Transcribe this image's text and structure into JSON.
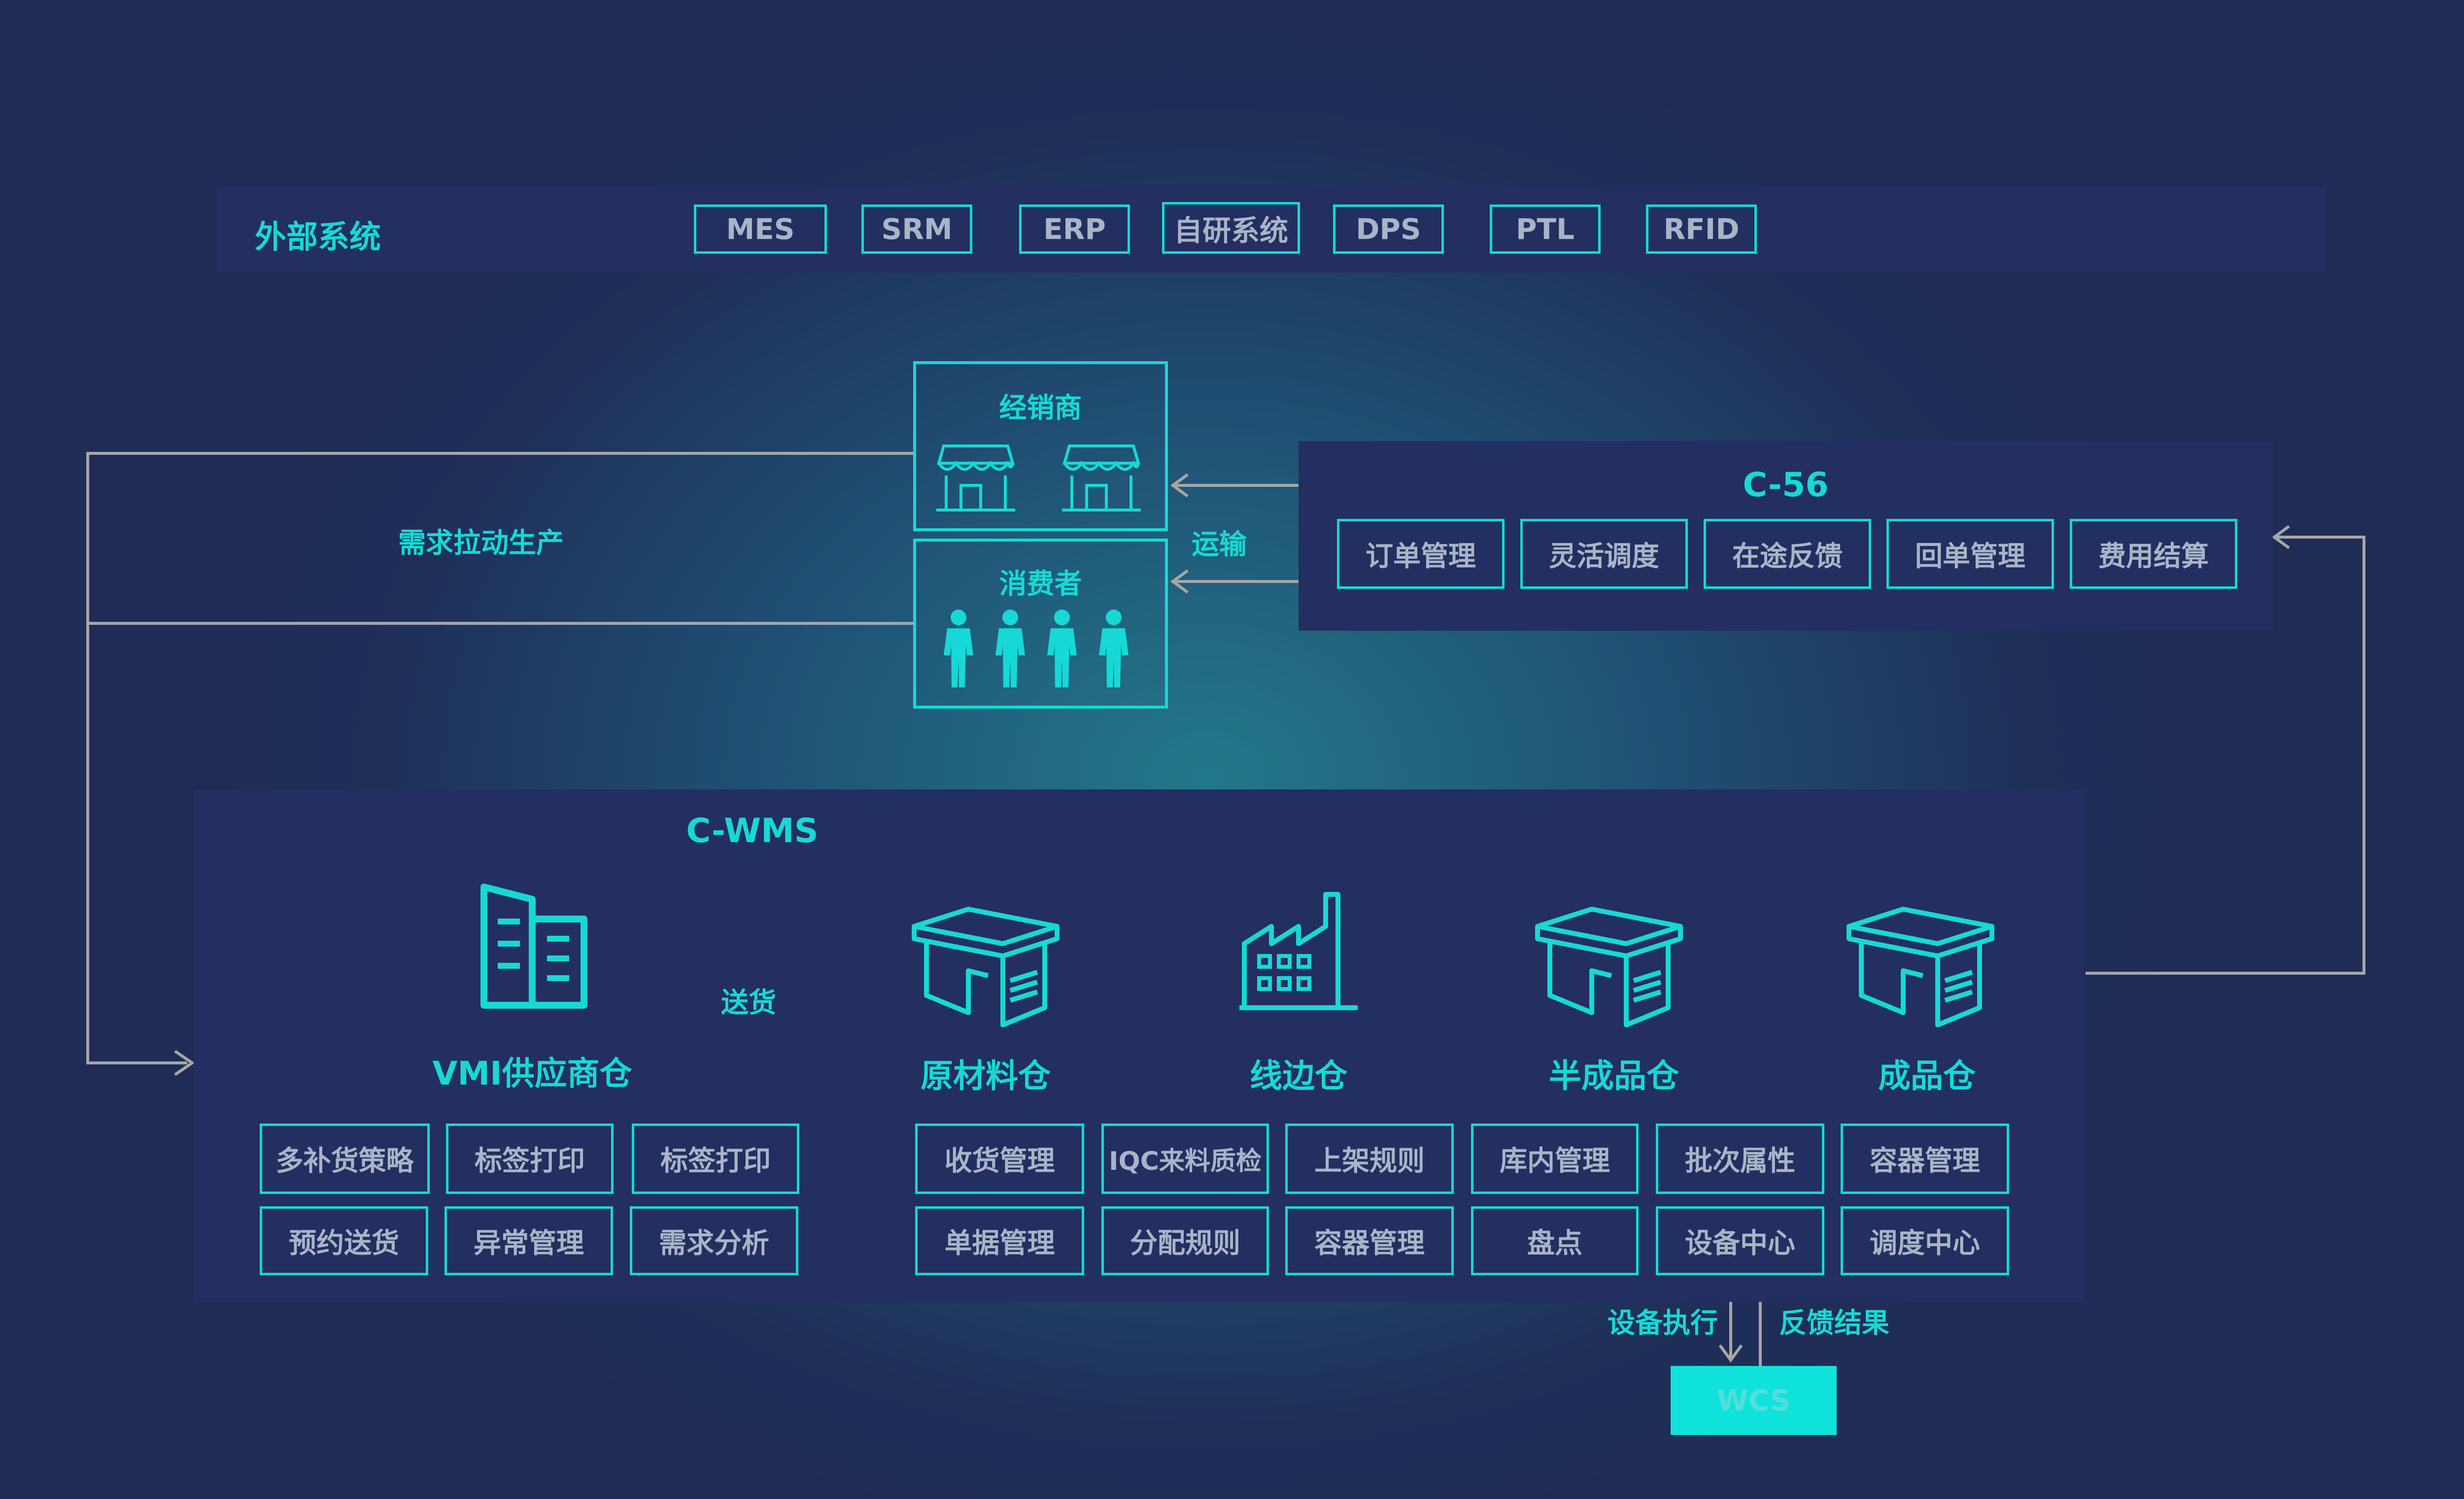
{
  "external": {
    "title": "外部系统",
    "systems": [
      "MES",
      "SRM",
      "ERP",
      "自研系统",
      "DPS",
      "PTL",
      "RFID"
    ]
  },
  "dealer": {
    "title": "经销商"
  },
  "consumer": {
    "title": "消费者"
  },
  "demand_label": "需求拉动生产",
  "transport_label": "运输",
  "c56": {
    "title": "C-56",
    "modules": [
      "订单管理",
      "灵活调度",
      "在途反馈",
      "回单管理",
      "费用结算"
    ]
  },
  "cwms": {
    "title": "C-WMS",
    "deliver_label": "送货",
    "warehouses": [
      "VMI供应商仓",
      "原材料仓",
      "线边仓",
      "半成品仓",
      "成品仓"
    ],
    "vmi_modules": [
      "多补货策略",
      "标签打印",
      "标签打印",
      "预约送货",
      "异常管理",
      "需求分析"
    ],
    "modules": [
      "收货管理",
      "IQC来料质检",
      "上架规则",
      "库内管理",
      "批次属性",
      "容器管理",
      "单据管理",
      "分配规则",
      "容器管理",
      "盘点",
      "设备中心",
      "调度中心"
    ]
  },
  "wcs": {
    "label": "WCS",
    "exec_label": "设备执行",
    "feedback_label": "反馈结果"
  },
  "colors": {
    "accent": "#16d9d5",
    "panel": "#222f60",
    "line": "#a6a6a6",
    "muted_text": "#a9b4c7"
  }
}
